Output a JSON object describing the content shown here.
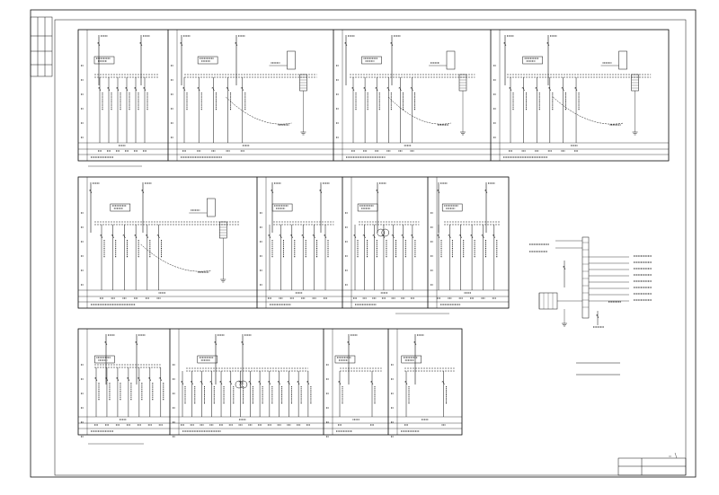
{
  "drawing": {
    "description_lines": {
      "line1": "",
      "line2": ""
    },
    "sheet_number_label": "",
    "title_block": {
      "line1": "",
      "line2": ""
    }
  },
  "colors": {
    "ink": "#111111",
    "paper": "#ffffff",
    "grid": "#333333"
  },
  "icons": [
    "circuit-breaker-symbol",
    "transformer-symbol",
    "ground-symbol",
    "terminal-block-symbol",
    "meter-box-symbol"
  ]
}
